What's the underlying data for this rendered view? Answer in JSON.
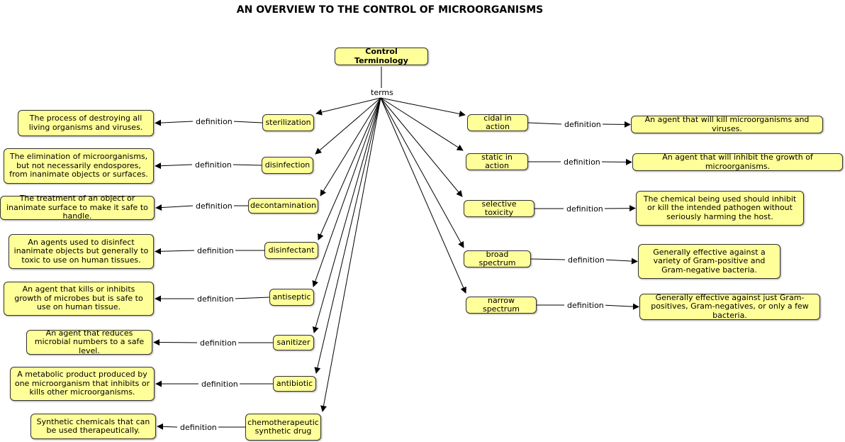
{
  "title": "AN OVERVIEW TO THE CONTROL OF MICROORGANISMS",
  "colors": {
    "node_fill": "#ffff99",
    "node_border": "#333333",
    "line": "#000000"
  },
  "root": {
    "label": "Control Terminology",
    "link_label": "terms"
  },
  "definition_label": "definition",
  "left_terms": [
    {
      "term": "sterilization",
      "definition": "The process of destroying all living organisms and viruses."
    },
    {
      "term": "disinfection",
      "definition": "The elimination of microorganisms, but not necessarily endospores, from inanimate objects or surfaces."
    },
    {
      "term": "decontamination",
      "definition": "The treatment of an object or inanimate surface to make it safe to handle."
    },
    {
      "term": "disinfectant",
      "definition": "An agents used to disinfect inanimate objects but generally to toxic to use on human tissues."
    },
    {
      "term": "antiseptic",
      "definition": "An agent that kills or inhibits growth of microbes but is safe to use on human tissue."
    },
    {
      "term": "sanitizer",
      "definition": "An agent that reduces microbial numbers to a safe level."
    },
    {
      "term": "antibiotic",
      "definition": "A metabolic product produced by one microorganism that inhibits or kills other microorganisms."
    },
    {
      "term": "chemotherapeutic synthetic drug",
      "definition": "Synthetic chemicals that can be used therapeutically."
    }
  ],
  "right_terms": [
    {
      "term": "cidal in action",
      "definition": "An agent that will kill microorganisms and viruses."
    },
    {
      "term": "static in action",
      "definition": "An agent that will inhibit the growth of microorganisms."
    },
    {
      "term": "selective toxicity",
      "definition": "The chemical being used should inhibit or kill the intended pathogen without seriously harming the host."
    },
    {
      "term": "broad spectrum",
      "definition": "Generally effective against a variety of Gram-positive and Gram-negative bacteria."
    },
    {
      "term": "narrow spectrum",
      "definition": "Generally effective against just Gram-positives, Gram-negatives, or only a few bacteria."
    }
  ]
}
